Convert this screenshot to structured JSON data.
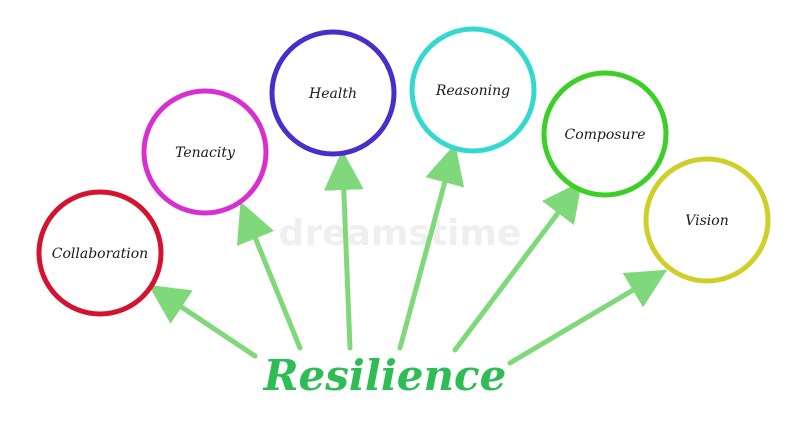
{
  "center": {
    "label": "Resilience",
    "color": "#2ebd55"
  },
  "arrow_color": "#7fd97a",
  "nodes": [
    {
      "id": "collaboration",
      "label": "Collaboration",
      "color": "#d3132f"
    },
    {
      "id": "tenacity",
      "label": "Tenacity",
      "color": "#d92fd0"
    },
    {
      "id": "health",
      "label": "Health",
      "color": "#4b2dc9"
    },
    {
      "id": "reasoning",
      "label": "Reasoning",
      "color": "#33d9cf"
    },
    {
      "id": "composure",
      "label": "Composure",
      "color": "#3ccf26"
    },
    {
      "id": "vision",
      "label": "Vision",
      "color": "#cfcf2a"
    }
  ],
  "watermark": "dreamstime"
}
